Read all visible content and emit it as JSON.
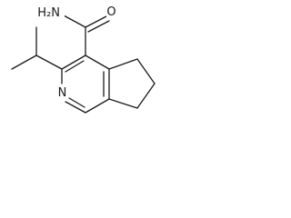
{
  "molecule": {
    "atoms": {
      "amide_nitrogen": "H₂N",
      "carbonyl_oxygen": "O",
      "ring_nitrogen": "N"
    }
  },
  "colors": {
    "background": "#ffffff",
    "ink": "#1a1a1a"
  }
}
